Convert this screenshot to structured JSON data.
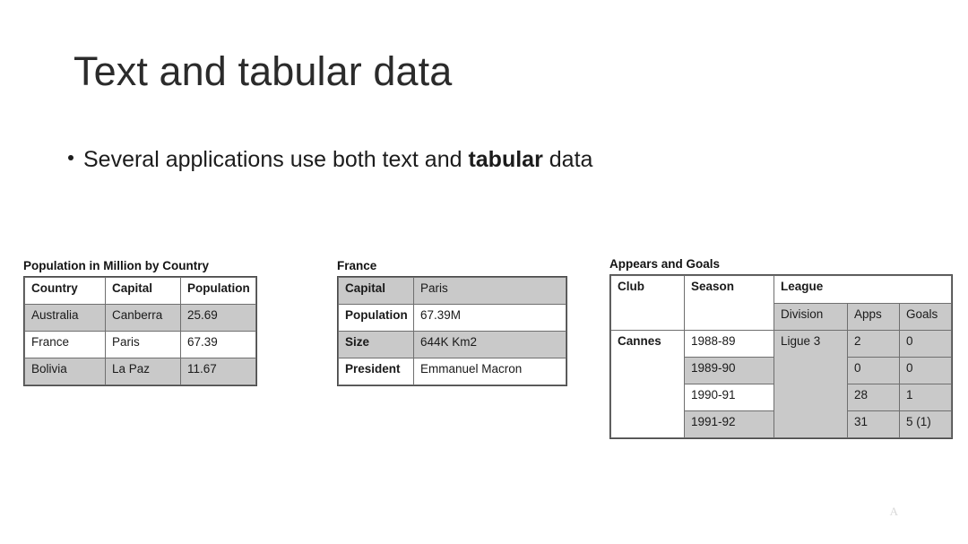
{
  "slide": {
    "title": "Text and tabular data",
    "bullet": {
      "prefix": "Several applications use both text and ",
      "bold": "tabular",
      "suffix": " data"
    },
    "corner_mark": "A"
  },
  "colors": {
    "shaded_cell": "#c9c9c9",
    "plain_cell": "#ffffff",
    "border": "#6f6f6f",
    "text": "#1a1a1a",
    "title": "#2b2b2b"
  },
  "tables": {
    "population": {
      "caption": "Population in Million by Country",
      "headers": [
        "Country",
        "Capital",
        "Population"
      ],
      "rows": [
        {
          "shaded": true,
          "cells": [
            "Australia",
            "Canberra",
            "25.69"
          ]
        },
        {
          "shaded": false,
          "cells": [
            "France",
            "Paris",
            "67.39"
          ]
        },
        {
          "shaded": true,
          "cells": [
            "Bolivia",
            "La Paz",
            "11.67"
          ]
        }
      ]
    },
    "france": {
      "caption": "France",
      "rows": [
        {
          "shaded": true,
          "label": "Capital",
          "value": "Paris"
        },
        {
          "shaded": false,
          "label": "Population",
          "value": "67.39M"
        },
        {
          "shaded": true,
          "label": "Size",
          "value": "644K Km2"
        },
        {
          "shaded": false,
          "label": "President",
          "value": "Emmanuel Macron"
        }
      ]
    },
    "appearances": {
      "caption": "Appears and Goals",
      "header_top": {
        "club": "Club",
        "season": "Season",
        "league": "League"
      },
      "header_sub": {
        "division": "Division",
        "apps": "Apps",
        "goals": "Goals"
      },
      "club": "Cannes",
      "division": "Ligue 3",
      "rows": [
        {
          "shaded": false,
          "season": "1988-89",
          "apps": "2",
          "goals": "0"
        },
        {
          "shaded": true,
          "season": "1989-90",
          "apps": "0",
          "goals": "0"
        },
        {
          "shaded": false,
          "season": "1990-91",
          "apps": "28",
          "goals": "1"
        },
        {
          "shaded": true,
          "season": "1991-92",
          "apps": "31",
          "goals": "5 (1)"
        }
      ]
    }
  }
}
